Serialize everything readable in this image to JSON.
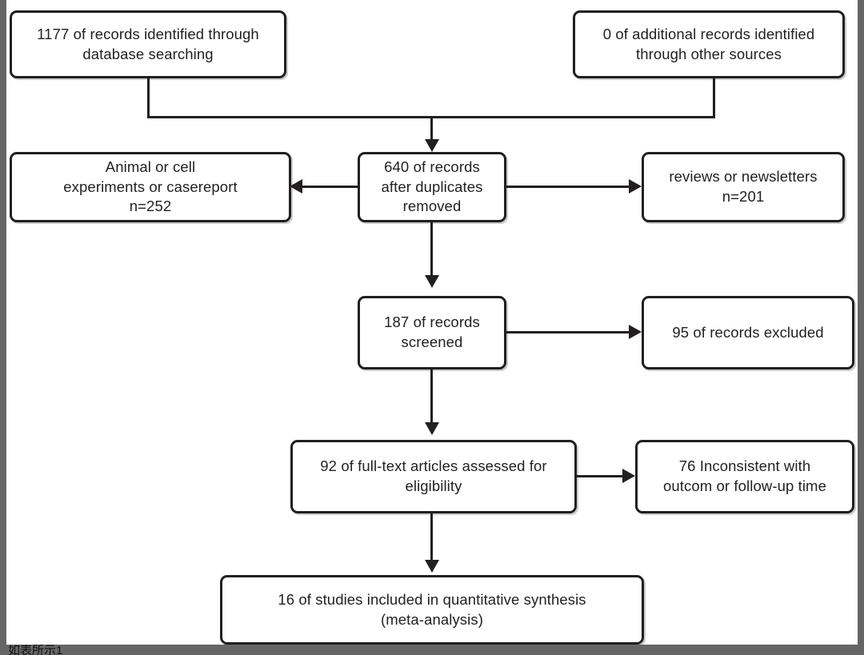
{
  "page": {
    "title": "PRISMA flow diagram",
    "background_color": "#666666",
    "canvas_color": "#ffffff",
    "line_color": "#231f20",
    "text_color": "#231f20",
    "caption": "如表所示1"
  },
  "diagram": {
    "type": "flowchart",
    "orientation": "top-to-bottom",
    "nodes": [
      {
        "id": "identification-database",
        "label": "1177 of records identified through\ndatabase searching",
        "count": 1177,
        "stage": "identification"
      },
      {
        "id": "identification-other",
        "label": "0 of additional records identified\nthrough other sources",
        "count": 0,
        "stage": "identification"
      },
      {
        "id": "duplicates-removed",
        "label": "640 of records\nafter duplicates\nremoved",
        "count": 640,
        "stage": "screening"
      },
      {
        "id": "excluded-animal-cell",
        "label": "Animal or cell\nexperiments or casereport\nn=252",
        "count": 252,
        "stage": "excluded"
      },
      {
        "id": "excluded-reviews",
        "label": "reviews or newsletters\nn=201",
        "count": 201,
        "stage": "excluded"
      },
      {
        "id": "records-screened",
        "label": "187 of records\nscreened",
        "count": 187,
        "stage": "screening"
      },
      {
        "id": "records-excluded",
        "label": "95 of records excluded",
        "count": 95,
        "stage": "excluded"
      },
      {
        "id": "fulltext-assessed",
        "label": "92 of full-text articles assessed for\neligibility",
        "count": 92,
        "stage": "eligibility"
      },
      {
        "id": "excluded-inconsistent",
        "label": "76 Inconsistent with\noutcom or follow-up time",
        "count": 76,
        "stage": "excluded"
      },
      {
        "id": "included-studies",
        "label": "16 of studies included in quantitative synthesis\n(meta-analysis)",
        "count": 16,
        "stage": "included"
      }
    ],
    "edges": [
      {
        "from": "identification-database",
        "to": "duplicates-removed",
        "style": "elbow-down"
      },
      {
        "from": "identification-other",
        "to": "duplicates-removed",
        "style": "elbow-down"
      },
      {
        "from": "duplicates-removed",
        "to": "excluded-animal-cell",
        "style": "arrow-left"
      },
      {
        "from": "duplicates-removed",
        "to": "excluded-reviews",
        "style": "arrow-right"
      },
      {
        "from": "duplicates-removed",
        "to": "records-screened",
        "style": "arrow-down"
      },
      {
        "from": "records-screened",
        "to": "records-excluded",
        "style": "arrow-right"
      },
      {
        "from": "records-screened",
        "to": "fulltext-assessed",
        "style": "arrow-down"
      },
      {
        "from": "fulltext-assessed",
        "to": "excluded-inconsistent",
        "style": "arrow-right"
      },
      {
        "from": "fulltext-assessed",
        "to": "included-studies",
        "style": "arrow-down"
      }
    ]
  }
}
